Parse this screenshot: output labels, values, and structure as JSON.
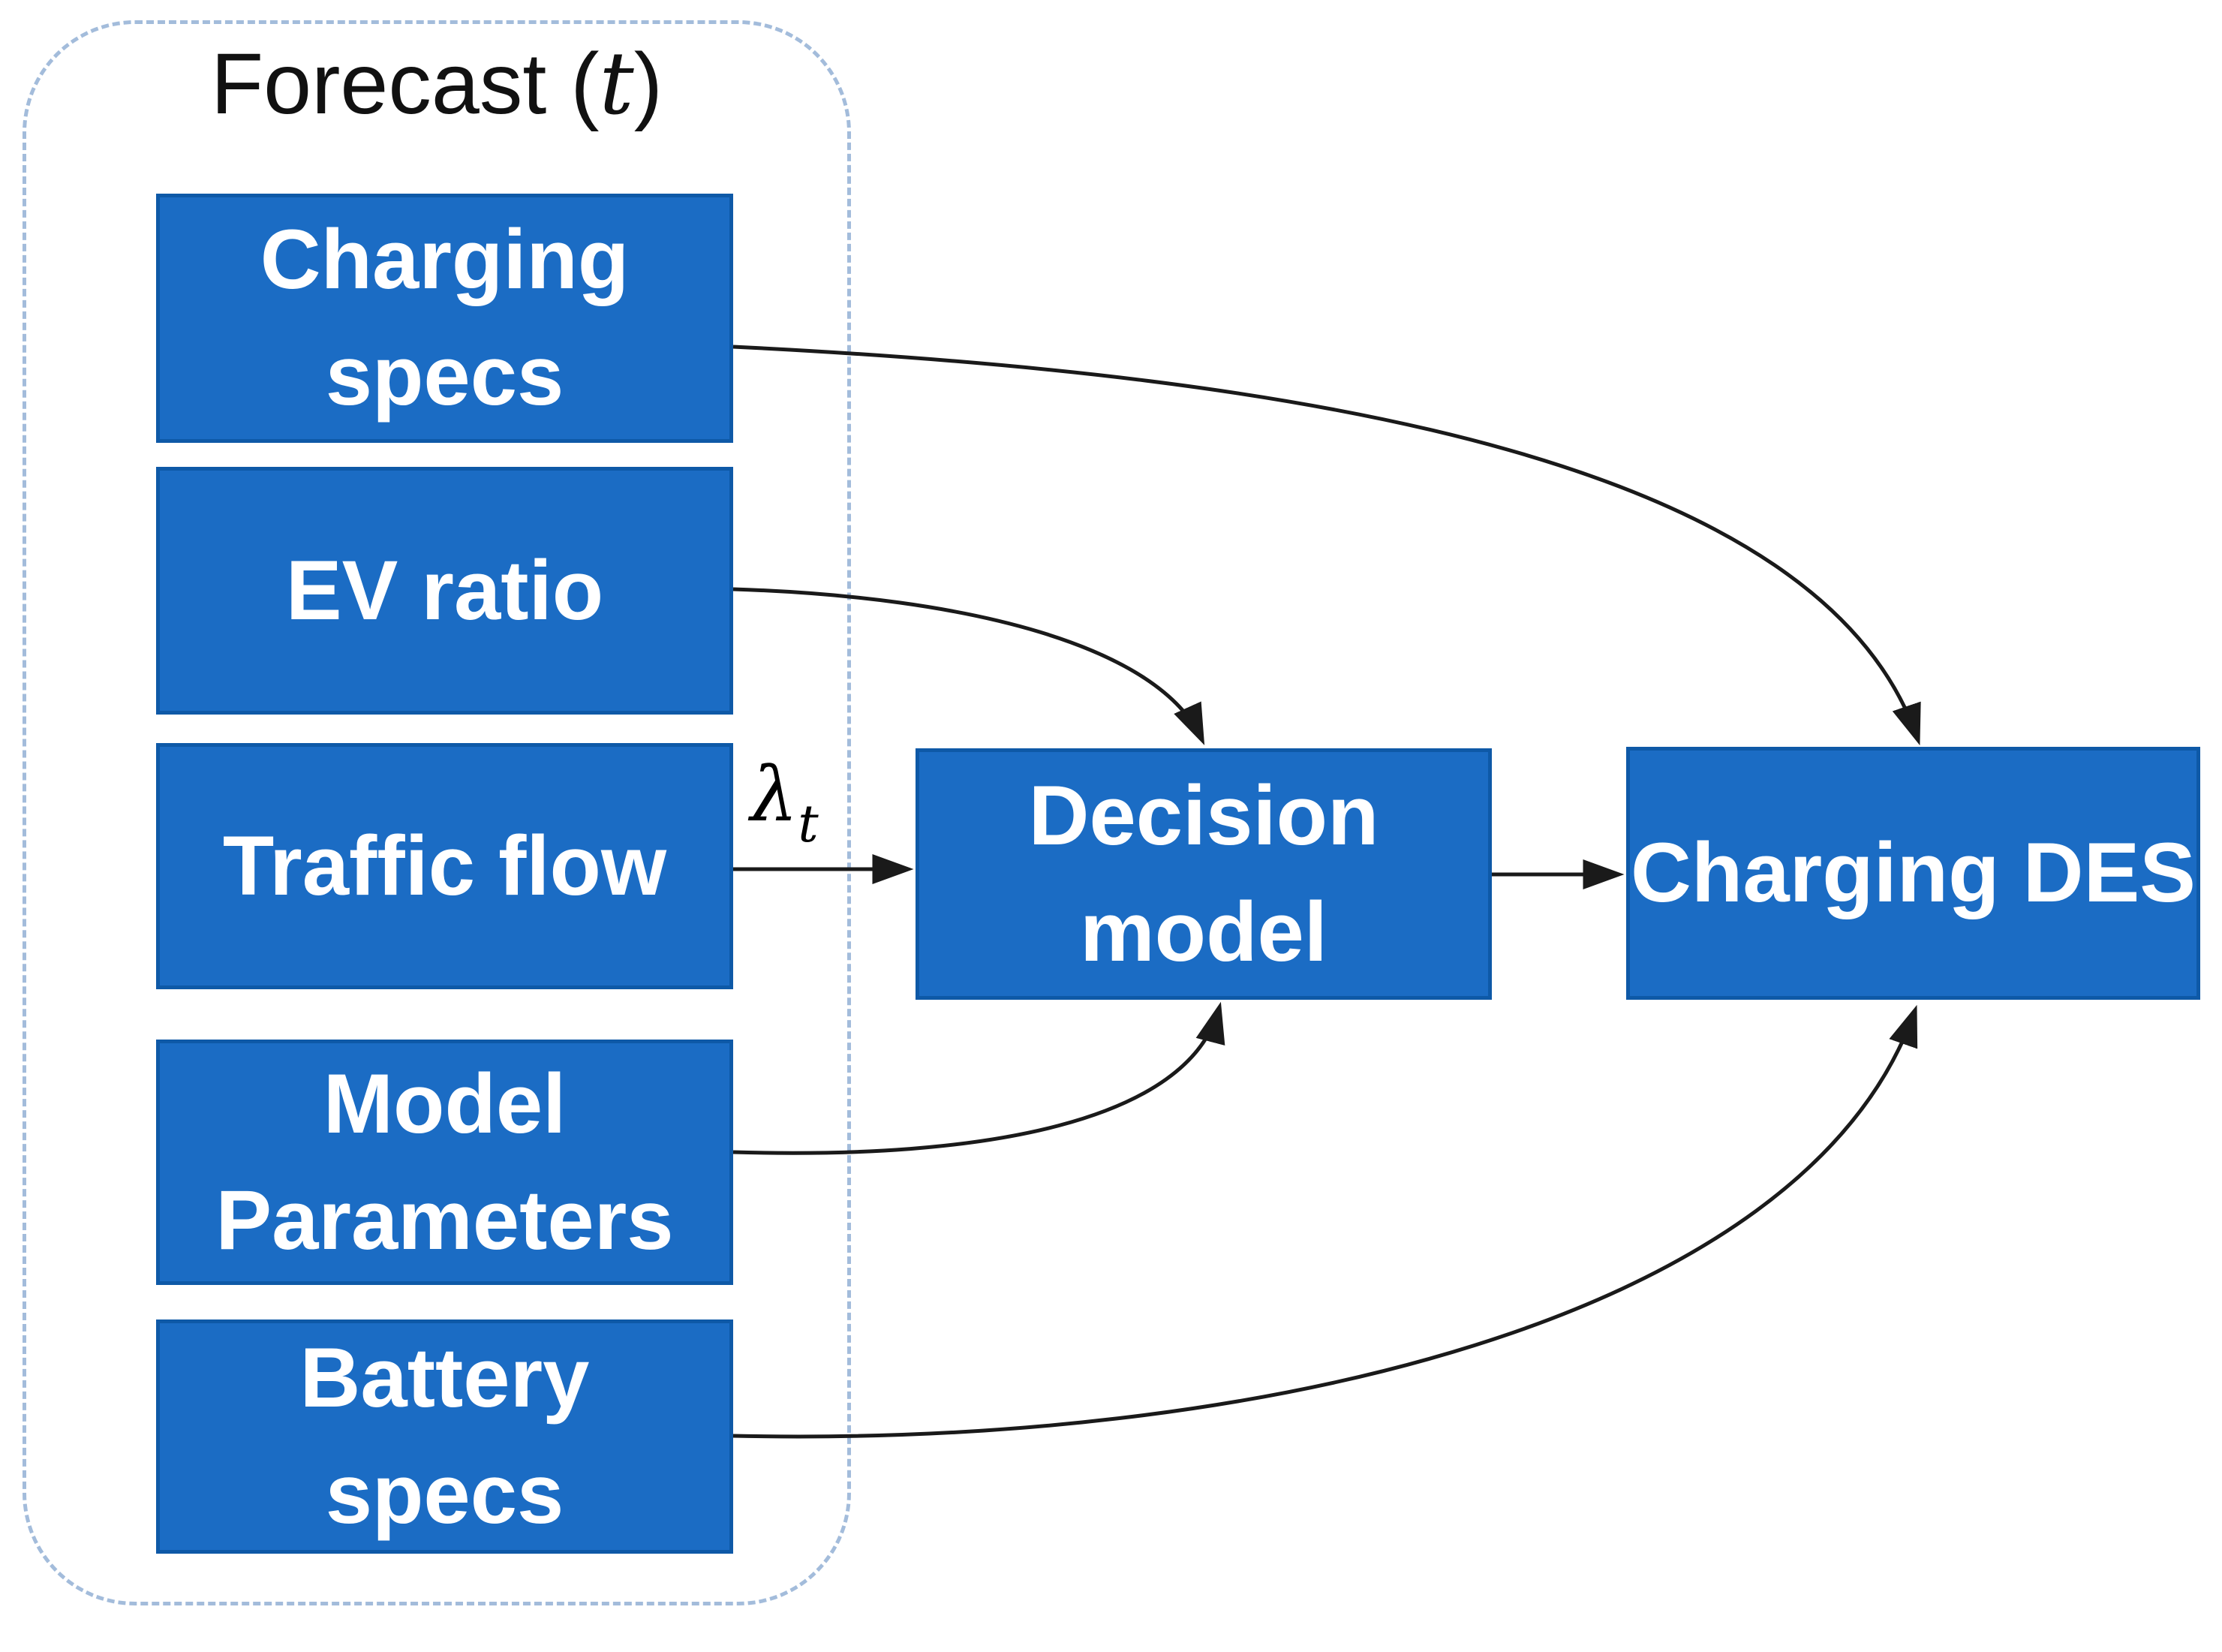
{
  "colors": {
    "box_fill": "#1b6cc4",
    "box_border": "#0e59a7",
    "box_text": "#ffffff",
    "dashed_border": "#a3bcdb",
    "arrow": "#1a1a1a",
    "title_text": "#111111",
    "background": "#ffffff"
  },
  "forecast_group": {
    "title_prefix": "Forecast (",
    "title_variable": "t",
    "title_suffix": ")",
    "boxes": [
      {
        "id": "charging-specs",
        "lines": [
          "Charging",
          "specs"
        ]
      },
      {
        "id": "ev-ratio",
        "lines": [
          "EV ratio"
        ]
      },
      {
        "id": "traffic-flow",
        "lines": [
          "Traffic flow"
        ]
      },
      {
        "id": "model-parameters",
        "lines": [
          "Model",
          "Parameters"
        ]
      },
      {
        "id": "battery-specs",
        "lines": [
          "Battery",
          "specs"
        ]
      }
    ]
  },
  "nodes": [
    {
      "id": "decision-model",
      "lines": [
        "Decision",
        "model"
      ]
    },
    {
      "id": "charging-des",
      "lines": [
        "Charging DES"
      ]
    }
  ],
  "edge_label": {
    "symbol": "λ",
    "subscript": "t"
  },
  "edges": [
    {
      "from": "charging-specs",
      "to": "charging-des",
      "label": ""
    },
    {
      "from": "ev-ratio",
      "to": "decision-model",
      "label": ""
    },
    {
      "from": "traffic-flow",
      "to": "decision-model",
      "label": "λt"
    },
    {
      "from": "model-parameters",
      "to": "decision-model",
      "label": ""
    },
    {
      "from": "battery-specs",
      "to": "charging-des",
      "label": ""
    },
    {
      "from": "decision-model",
      "to": "charging-des",
      "label": ""
    }
  ]
}
